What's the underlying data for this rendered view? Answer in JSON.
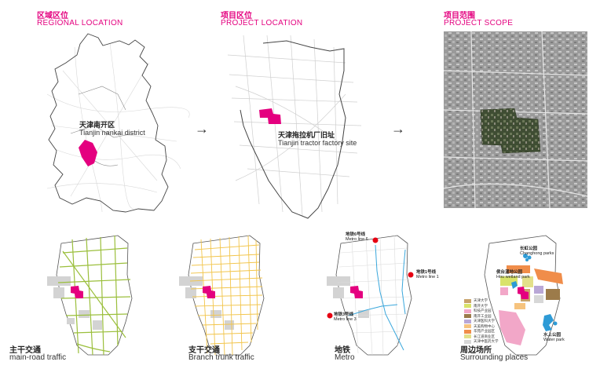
{
  "regional": {
    "title_zh": "区域区位",
    "title_en": "REGIONAL LOCATION",
    "label_zh": "天津南开区",
    "label_en": "Tianjin nankai district"
  },
  "project_location": {
    "title_zh": "项目区位",
    "title_en": "PROJECT LOCATION",
    "label_zh": "天津拖拉机厂旧址",
    "label_en": "Tianjin tractor factory site"
  },
  "project_scope": {
    "title_zh": "项目范围",
    "title_en": "PROJECT SCOPE"
  },
  "arrows": [
    "→",
    "→"
  ],
  "main_road": {
    "caption_zh": "主干交通",
    "caption_en": "main-road traffic"
  },
  "branch": {
    "caption_zh": "支干交通",
    "caption_en": "Branch trunk traffic"
  },
  "metro": {
    "caption_zh": "地铁",
    "caption_en": "Metro",
    "line6_zh": "地铁6号线",
    "line6_en": "Metro line 6",
    "line1_zh": "地铁1号线",
    "line1_en": "Metro line 1",
    "line3_zh": "地铁3号线",
    "line3_en": "Metro line 3"
  },
  "surrounding": {
    "caption_zh": "周边场所",
    "caption_en": "Surrounding places",
    "park1_zh": "长虹公园",
    "park1_en": "Changhong parks",
    "park2_zh": "侯台湿地公园",
    "park2_en": "Hou wetland park",
    "park3_zh": "水上公园",
    "park3_en": "Water park",
    "legend": [
      {
        "label": "天津大学",
        "color": "#c9a36b"
      },
      {
        "label": "南开大学",
        "color": "#d9e36a"
      },
      {
        "label": "科技产业园",
        "color": "#f2a7c8"
      },
      {
        "label": "南开工业园",
        "color": "#9c7b4a"
      },
      {
        "label": "天津医科大学",
        "color": "#b9a7d6"
      },
      {
        "label": "天美购物中心",
        "color": "#f6c37e"
      },
      {
        "label": "华苑产业园区",
        "color": "#f08d4a"
      },
      {
        "label": "长江道商业区",
        "color": "#e3e08a"
      },
      {
        "label": "天津中医药大学",
        "color": "#d7d7d7"
      }
    ]
  },
  "colors": {
    "accent": "#e4007f",
    "main_road": "#9bbf3c",
    "branch_road": "#f2c54b",
    "metro": "#3aa7dc",
    "metro_icon": "#e60012",
    "park_blue": "#2e9bd6"
  }
}
